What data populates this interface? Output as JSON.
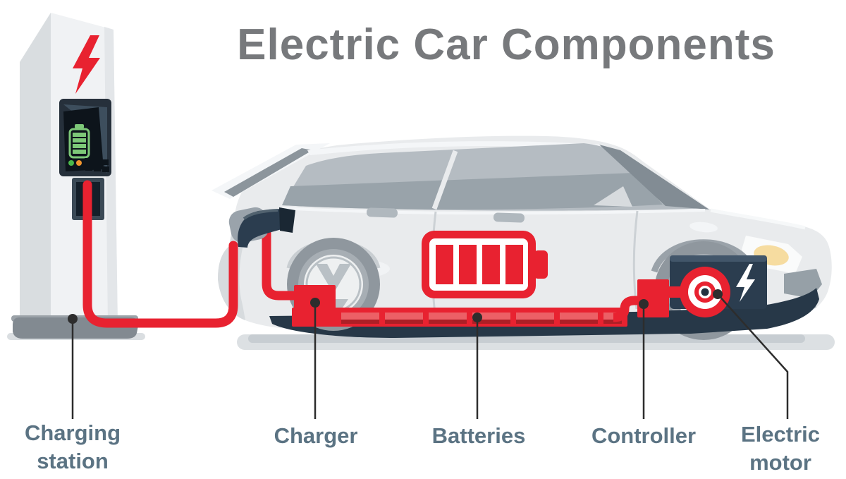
{
  "title": "Electric Car Components",
  "labels": {
    "charging_station_line1": "Charging",
    "charging_station_line2": "station",
    "charger": "Charger",
    "batteries": "Batteries",
    "controller": "Controller",
    "electric_motor_line1": "Electric",
    "electric_motor_line2": "motor"
  },
  "icons": {
    "station_bolt": "lightning-bolt-icon",
    "screen_battery": "battery-charge-icon",
    "car_battery": "battery-icon",
    "motor_bolt": "lightning-bolt-icon",
    "motor": "motor-coil-icon"
  },
  "colors": {
    "red": "#e82230",
    "red-light": "#ec6066",
    "red-dark": "#ad1f26",
    "navy": "#2b3d4f",
    "navy-dark": "#1a2733",
    "green": "#7dc878",
    "orange": "#f0942e",
    "title": "#77797c",
    "label": "#5b7383",
    "line": "#2d2d2d"
  }
}
